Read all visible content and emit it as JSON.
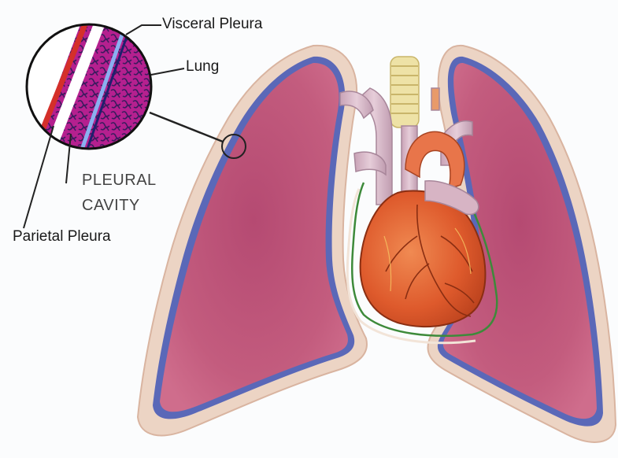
{
  "labels": {
    "visceral_pleura": "Visceral Pleura",
    "lung": "Lung",
    "pleural": "PLEURAL",
    "cavity": "CAVITY",
    "parietal_pleura": "Parietal Pleura"
  },
  "colors": {
    "lung_fill": "#c0577a",
    "visceral_layer": "#5a68b8",
    "parietal_layer": "#e8c8b0",
    "heart": "#d8552c",
    "vessel": "#d9b8c8",
    "trachea": "#e8dc9c",
    "pericardium": "#3d8a3a",
    "parietal_line_detail": "#d4302a"
  }
}
